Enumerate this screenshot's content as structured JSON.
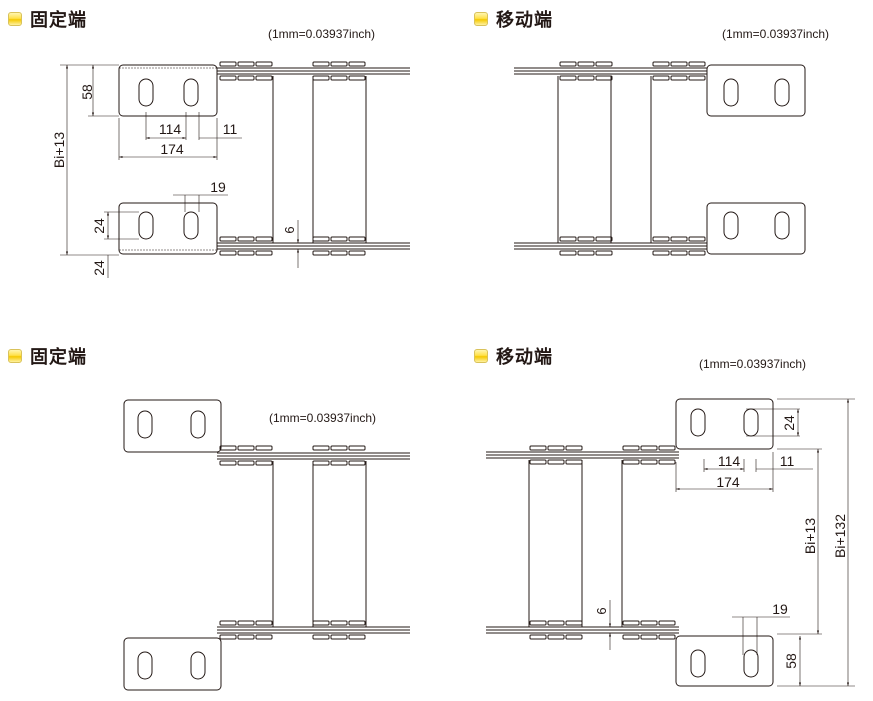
{
  "panels": [
    {
      "id": "top-left",
      "title": "固定端",
      "unit_note": "(1mm=0.03937inch)",
      "dims": {
        "height_58": "58",
        "bi13": "Bi+13",
        "w114": "114",
        "w11": "11",
        "w174": "174",
        "w19": "19",
        "h24a": "24",
        "h24b": "24",
        "t6": "6"
      }
    },
    {
      "id": "top-right",
      "title": "移动端",
      "unit_note": "(1mm=0.03937inch)"
    },
    {
      "id": "bottom-left",
      "title": "固定端",
      "unit_note": "(1mm=0.03937inch)"
    },
    {
      "id": "bottom-right",
      "title": "移动端",
      "unit_note": "(1mm=0.03937inch)",
      "dims": {
        "h24": "24",
        "w114": "114",
        "w11": "11",
        "w174": "174",
        "bi13": "Bi+13",
        "bi132": "Bi+132",
        "t6": "6",
        "w19": "19",
        "h58": "58"
      }
    }
  ],
  "colors": {
    "line": "#231815",
    "icon": "#ffe14a"
  }
}
